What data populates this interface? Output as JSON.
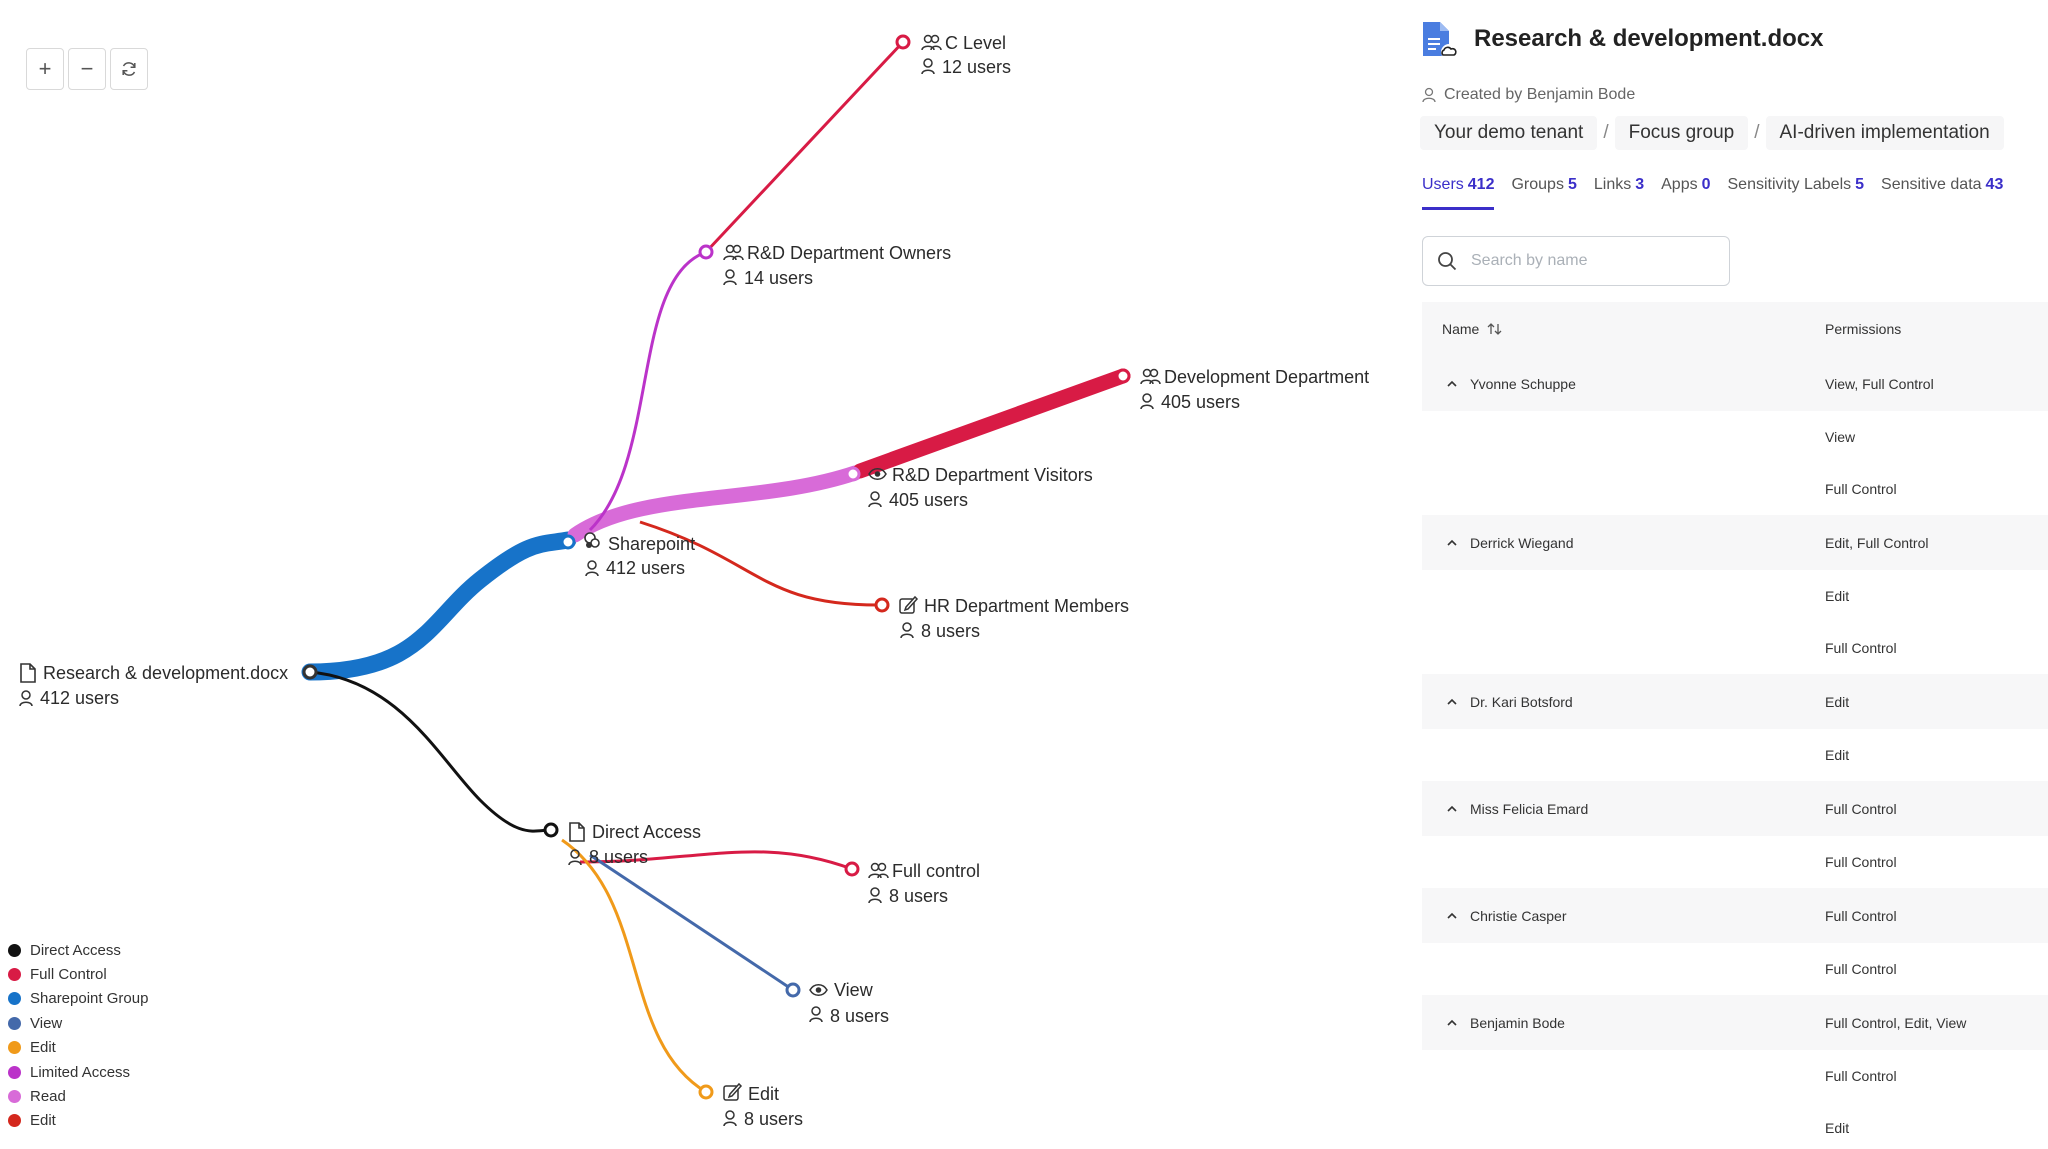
{
  "zoom": {
    "zoom_in": "+",
    "zoom_out": "−",
    "reset": "⟳"
  },
  "graph": {
    "user_suffix": "users",
    "nodes": {
      "root": {
        "name": "Research & development.docx",
        "count": "412 users"
      },
      "sharepoint": {
        "name": "Sharepoint",
        "count": "412 users"
      },
      "direct": {
        "name": "Direct Access",
        "count": "8 users"
      },
      "clevel": {
        "name": "C Level",
        "count": "12 users"
      },
      "owners": {
        "name": "R&D Department Owners",
        "count": "14 users"
      },
      "devdept": {
        "name": "Development Department",
        "count": "405 users"
      },
      "visitors": {
        "name": "R&D Department Visitors",
        "count": "405 users"
      },
      "hr": {
        "name": "HR Department Members",
        "count": "8 users"
      },
      "fullcontrol": {
        "name": "Full control",
        "count": "8 users"
      },
      "view": {
        "name": "View",
        "count": "8 users"
      },
      "edit": {
        "name": "Edit",
        "count": "8 users"
      }
    }
  },
  "legend": [
    {
      "label": "Direct Access",
      "color": "#111111"
    },
    {
      "label": "Full Control",
      "color": "#d81b45"
    },
    {
      "label": "Sharepoint Group",
      "color": "#1773c9"
    },
    {
      "label": "View",
      "color": "#4469aa"
    },
    {
      "label": "Edit",
      "color": "#f09a1a"
    },
    {
      "label": "Limited Access",
      "color": "#bb33c9"
    },
    {
      "label": "Read",
      "color": "#d86bd8"
    },
    {
      "label": "Edit",
      "color": "#d4281d"
    }
  ],
  "panel": {
    "title": "Research & development.docx",
    "created_by": "Created by Benjamin Bode",
    "breadcrumb": [
      "Your demo tenant",
      "Focus group",
      "AI-driven implementation"
    ],
    "tabs": [
      {
        "label": "Users",
        "count": "412"
      },
      {
        "label": "Groups",
        "count": "5"
      },
      {
        "label": "Links",
        "count": "3"
      },
      {
        "label": "Apps",
        "count": "0"
      },
      {
        "label": "Sensitivity Labels",
        "count": "5"
      },
      {
        "label": "Sensitive data",
        "count": "43"
      }
    ],
    "search_placeholder": "Search by name",
    "table": {
      "col_name": "Name",
      "col_permissions": "Permissions",
      "users": [
        {
          "name": "Yvonne Schuppe",
          "permissions": "View, Full Control",
          "subs": [
            "View",
            "Full Control"
          ]
        },
        {
          "name": "Derrick Wiegand",
          "permissions": "Edit, Full Control",
          "subs": [
            "Edit",
            "Full Control"
          ]
        },
        {
          "name": "Dr. Kari Botsford",
          "permissions": "Edit",
          "subs": [
            "Edit"
          ]
        },
        {
          "name": "Miss Felicia Emard",
          "permissions": "Full Control",
          "subs": [
            "Full Control"
          ]
        },
        {
          "name": "Christie Casper",
          "permissions": "Full Control",
          "subs": [
            "Full Control"
          ]
        },
        {
          "name": "Benjamin Bode",
          "permissions": "Full Control, Edit, View",
          "subs": [
            "Full Control",
            "Edit"
          ]
        }
      ]
    }
  }
}
